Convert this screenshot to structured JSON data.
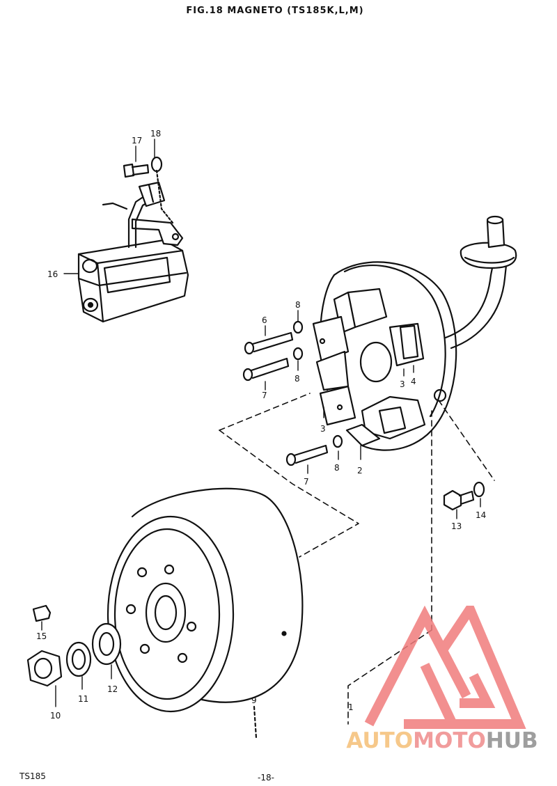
{
  "title": "FIG.18  MAGNETO (TS185K,L,M)",
  "footer": {
    "model": "TS185",
    "page": "-18-"
  },
  "logo": {
    "part1": "AUTO",
    "part2": "MOTO",
    "part3": "HUB",
    "accent": "#f07c7c",
    "gray": "#9e9e9e"
  },
  "callouts": {
    "c17": "17",
    "c18": "18",
    "c16": "16",
    "c6": "6",
    "c8a": "8",
    "c8b": "8",
    "c7a": "7",
    "c3a": "3",
    "c4": "4",
    "c3b": "3",
    "c7b": "7",
    "c8c": "8",
    "c2": "2",
    "c13": "13",
    "c14": "14",
    "c15": "15",
    "c10": "10",
    "c11": "11",
    "c12": "12",
    "c9": "9",
    "c1": "1"
  }
}
